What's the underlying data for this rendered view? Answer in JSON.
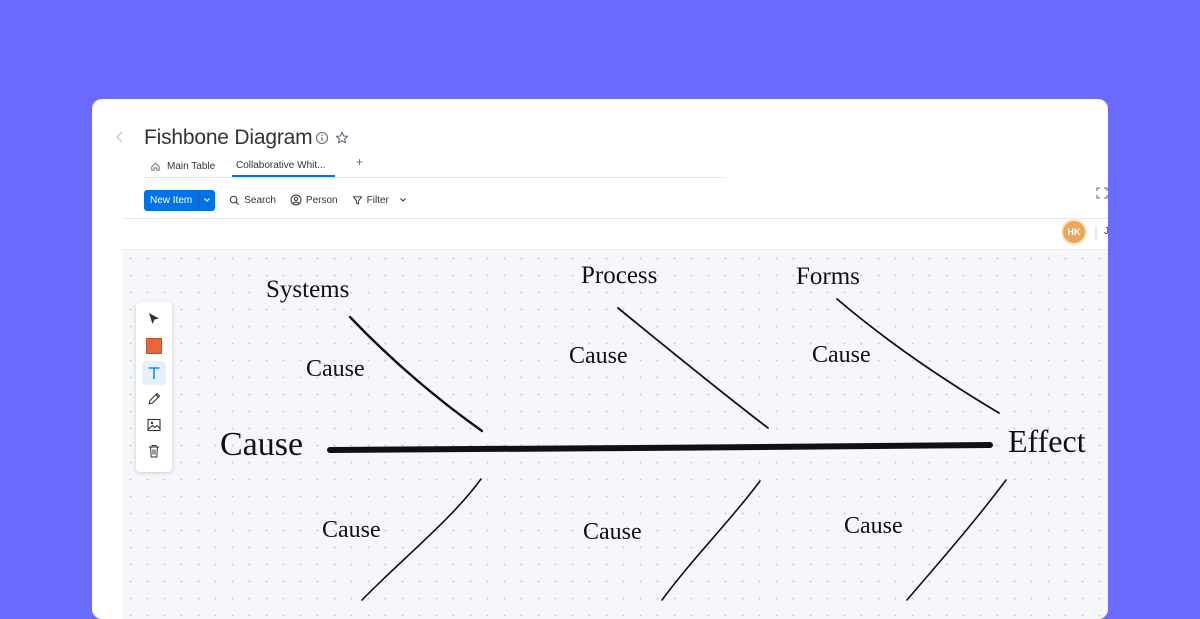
{
  "board": {
    "title": "Fishbone Diagram",
    "icons": {
      "info": "info-icon",
      "favorite": "star-icon",
      "collapse": "chevron-left-icon"
    }
  },
  "tabs": [
    {
      "label": "Main Table",
      "icon": "home-icon",
      "active": false
    },
    {
      "label": "Collaborative Whit...",
      "active": true
    }
  ],
  "tab_add_label": "+",
  "toolbar": {
    "new_item_label": "New Item",
    "search_label": "Search",
    "person_label": "Person",
    "filter_label": "Filter"
  },
  "user": {
    "initials": "HK",
    "avatar_color": "#e8a95c"
  },
  "canvas_tools": [
    {
      "name": "select-arrow-icon"
    },
    {
      "name": "color-swatch",
      "color": "#e8663a"
    },
    {
      "name": "text-tool-icon",
      "selected": true
    },
    {
      "name": "pencil-icon"
    },
    {
      "name": "image-icon"
    },
    {
      "name": "trash-icon"
    }
  ],
  "diagram": {
    "spine_start_label": "Cause",
    "effect_label": "Effect",
    "categories": [
      "Systems",
      "Process",
      "Forms"
    ],
    "upper_causes": [
      "Cause",
      "Cause",
      "Cause"
    ],
    "lower_causes": [
      "Cause",
      "Cause",
      "Cause"
    ]
  },
  "colors": {
    "accent": "#0073ea",
    "background": "#6b6cff",
    "swatch": "#e8663a"
  }
}
